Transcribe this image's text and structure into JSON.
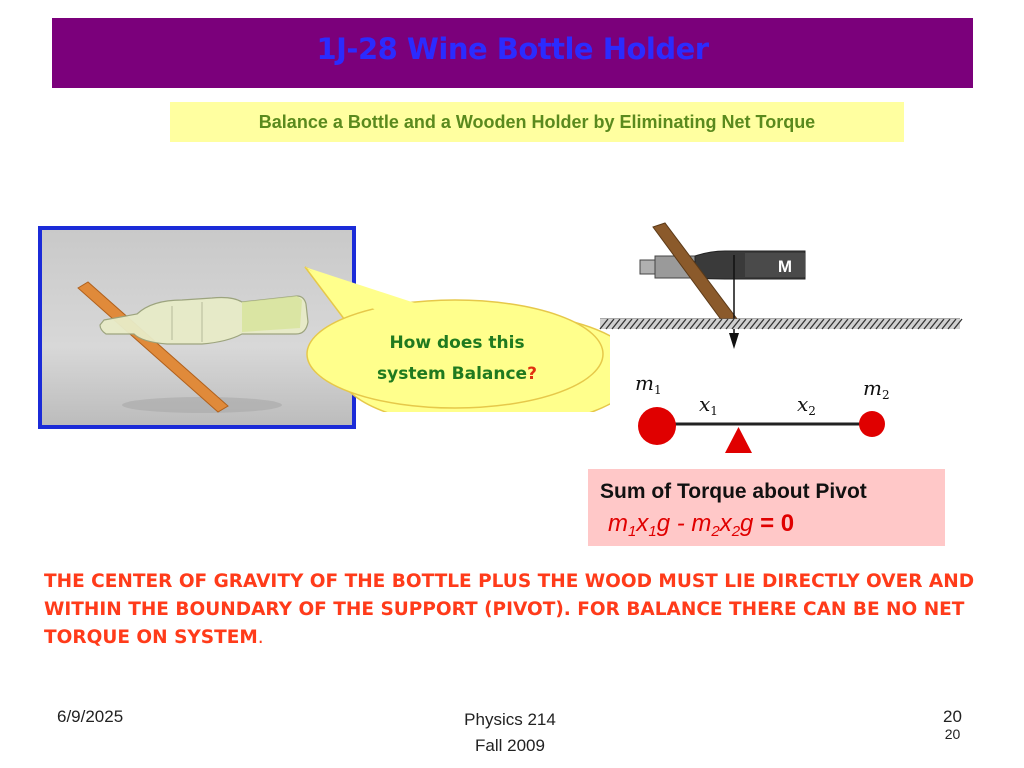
{
  "title": "1J-28 Wine Bottle Holder",
  "subtitle": "Balance a Bottle and a Wooden Holder by Eliminating Net Torque",
  "callout": {
    "line1": "How does this",
    "line2": "system Balance",
    "mark": "?"
  },
  "diagram": {
    "mass_label_M": "M",
    "m1": "m",
    "m1_sub": "1",
    "m2": "m",
    "m2_sub": "2",
    "x1": "x",
    "x1_sub": "1",
    "x2": "x",
    "x2_sub": "2"
  },
  "torque": {
    "title": "Sum of Torque about Pivot",
    "eq_m1": "m",
    "eq_s1": "1",
    "eq_x1": "x",
    "eq_s2": "1",
    "eq_g1": "g - m",
    "eq_s3": "2",
    "eq_x2": "x",
    "eq_s4": "2",
    "eq_g2": "g",
    "eq_result": " = 0"
  },
  "body": {
    "text": "THE CENTER OF GRAVITY OF THE BOTTLE PLUS THE WOOD MUST LIE DIRECTLY OVER AND WITHIN THE BOUNDARY OF THE SUPPORT (PIVOT).  FOR BALANCE THERE CAN BE NO NET TORQUE ON SYSTEM",
    "period": "."
  },
  "footer": {
    "date": "6/9/2025",
    "course_line1": "Physics 214",
    "course_line2": "Fall 2009",
    "page": "20",
    "page_small": "20"
  },
  "colors": {
    "title_bar": "#7b007b",
    "title_text": "#2b2bff",
    "subtitle_bg": "#ffffa0",
    "subtitle_text": "#5a8a1e",
    "photo_border": "#1b2bd8",
    "callout_fill": "#ffff8c",
    "callout_text": "#1f7a1f",
    "mass_fill": "#e00000",
    "torque_bg": "#ffc8c8",
    "body_text": "#ff3b1a"
  }
}
